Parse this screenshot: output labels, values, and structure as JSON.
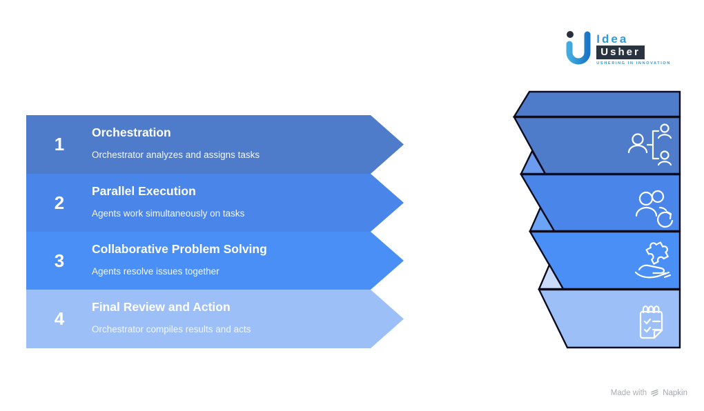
{
  "logo": {
    "word1": "Idea",
    "word2": "Usher",
    "tagline": "USHERING IN INNOVATION",
    "accent_color": "#2E9BD6",
    "dark_color": "#2A3440"
  },
  "steps": [
    {
      "number": "1",
      "title": "Orchestration",
      "subtitle": "Orchestrator analyzes and assigns tasks",
      "color": "#4E7CCA"
    },
    {
      "number": "2",
      "title": "Parallel Execution",
      "subtitle": "Agents work simultaneously on tasks",
      "color": "#4A85E9"
    },
    {
      "number": "3",
      "title": "Collaborative Problem Solving",
      "subtitle": "Agents resolve issues together",
      "color": "#4A8FF6"
    },
    {
      "number": "4",
      "title": "Final Review and Action",
      "subtitle": "Orchestrator compiles results and acts",
      "color": "#9DBFF7"
    }
  ],
  "ribbon": {
    "outline_color": "#0C0C1E",
    "top_color": "#4E7CCA",
    "segments": [
      {
        "icon": "team-hierarchy-icon",
        "color": "#4E7CCA",
        "fold_color": "#6B9CF0"
      },
      {
        "icon": "users-sync-icon",
        "color": "#4A85E9",
        "fold_color": "#6BA4F7"
      },
      {
        "icon": "hand-puzzle-icon",
        "color": "#4A8FF6",
        "fold_color": "#C9DCFB"
      },
      {
        "icon": "checklist-notepad-icon",
        "color": "#9DBFF7",
        "fold_color": ""
      }
    ]
  },
  "footer": {
    "made_with": "Made with",
    "brand": "Napkin"
  }
}
